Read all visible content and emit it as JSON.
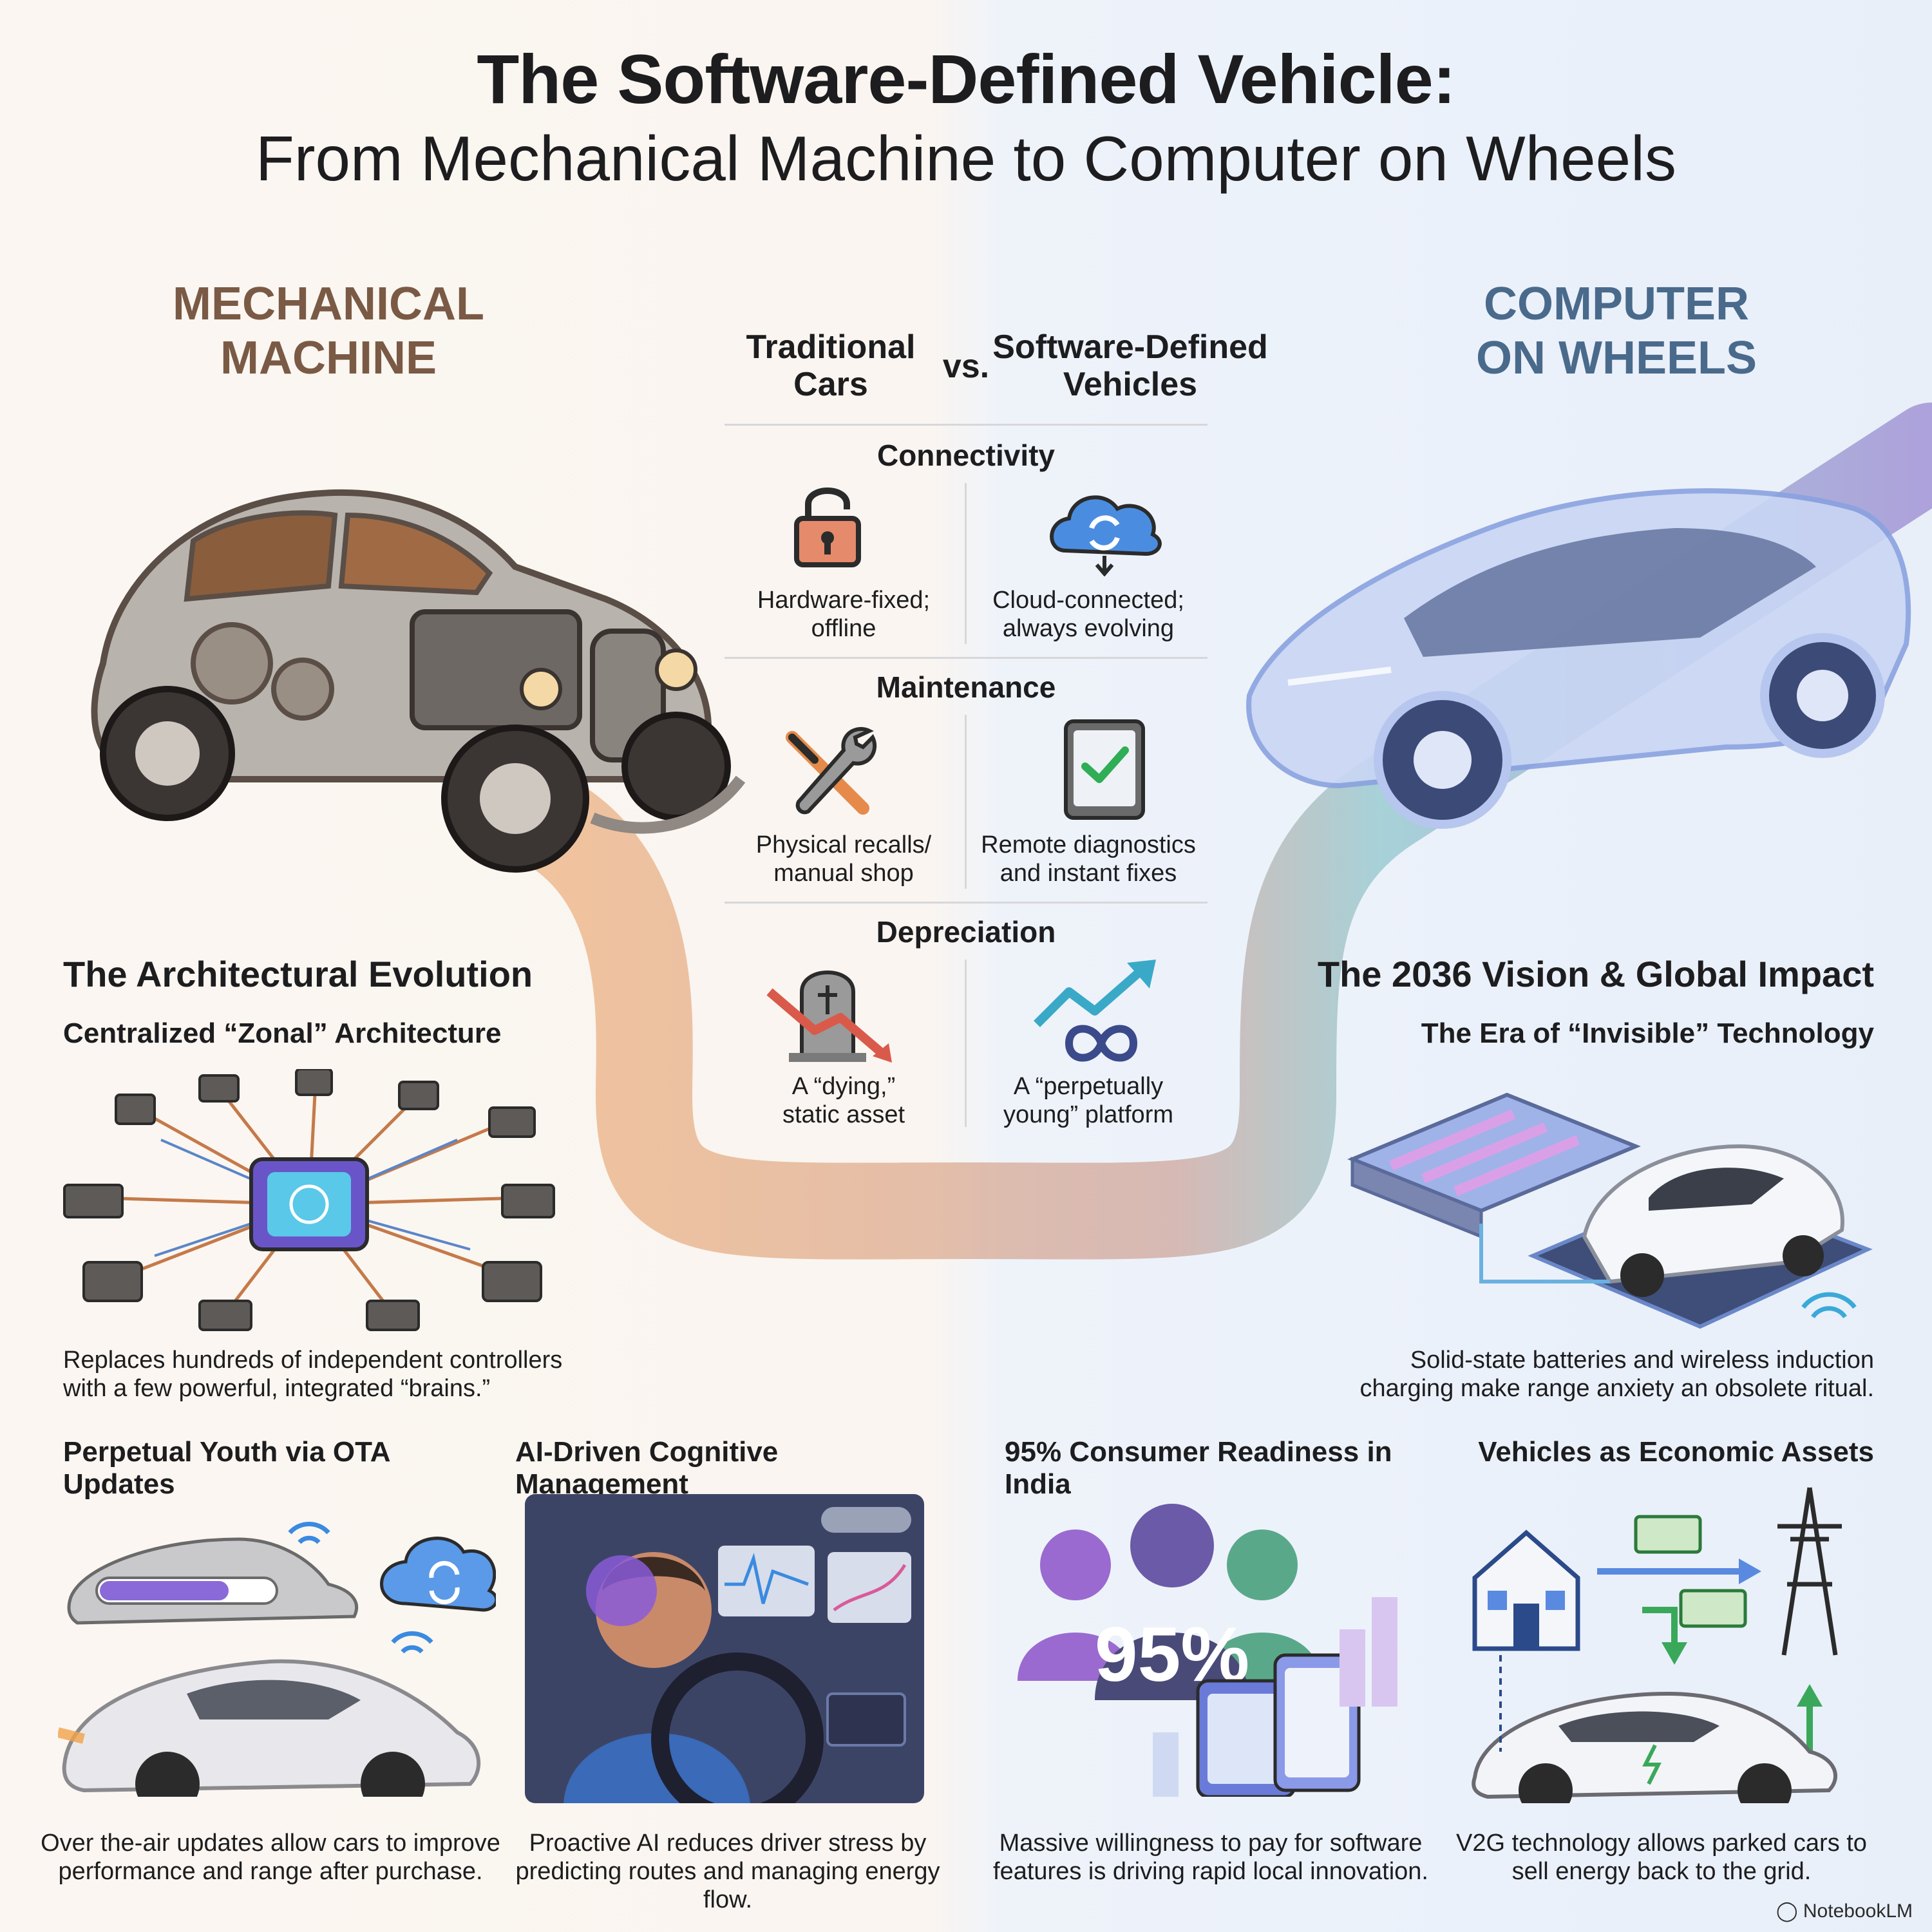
{
  "header": {
    "title": "The Software-Defined Vehicle:",
    "subtitle": "From Mechanical Machine to Computer on Wheels"
  },
  "sides": {
    "left_label_line1": "MECHANICAL",
    "left_label_line2": "MACHINE",
    "right_label_line1": "COMPUTER",
    "right_label_line2": "ON WHEELS"
  },
  "comparison": {
    "left_header_line1": "Traditional",
    "left_header_line2": "Cars",
    "vs": "vs.",
    "right_header_line1": "Software-Defined",
    "right_header_line2": "Vehicles",
    "rows": [
      {
        "title": "Connectivity",
        "left_line1": "Hardware-fixed;",
        "left_line2": "offline",
        "right_line1": "Cloud-connected;",
        "right_line2": "always evolving",
        "left_icon": "padlock-icon",
        "right_icon": "cloud-sync-icon"
      },
      {
        "title": "Maintenance",
        "left_line1": "Physical recalls/",
        "left_line2": "manual shop",
        "right_line1": "Remote diagnostics",
        "right_line2": "and instant fixes",
        "left_icon": "wrench-screwdriver-icon",
        "right_icon": "tablet-check-icon"
      },
      {
        "title": "Depreciation",
        "left_line1": "A “dying,”",
        "left_line2": "static asset",
        "right_line1": "A “perpetually",
        "right_line2": "young” platform",
        "left_icon": "tombstone-decline-icon",
        "right_icon": "growth-infinity-icon"
      }
    ]
  },
  "architecture": {
    "title": "The Architectural Evolution",
    "subtitle": "Centralized “Zonal” Architecture",
    "caption_line1": "Replaces hundreds of independent controllers",
    "caption_line2": "with a few powerful, integrated “brains.”"
  },
  "vision": {
    "title": "The 2036 Vision & Global Impact",
    "subtitle": "The Era of “Invisible” Technology",
    "caption_line1": "Solid-state batteries and wireless induction",
    "caption_line2": "charging make range anxiety an obsolete ritual."
  },
  "bottom": [
    {
      "title": "Perpetual Youth via OTA Updates",
      "caption_line1": "Over the-air updates allow cars to improve",
      "caption_line2": "performance and range after purchase."
    },
    {
      "title": "AI-Driven Cognitive Management",
      "caption_line1": "Proactive AI reduces driver stress by",
      "caption_line2": "predicting routes and managing energy flow."
    },
    {
      "title": "95% Consumer Readiness in India",
      "caption_line1": "Massive willingness to pay for software",
      "caption_line2": "features is driving rapid local innovation.",
      "stat": "95%"
    },
    {
      "title": "Vehicles as Economic Assets",
      "caption_line1": "V2G technology allows parked cars to",
      "caption_line2": "sell energy back to the grid."
    }
  ],
  "footer": {
    "brand": "NotebookLM"
  },
  "colors": {
    "mechanical": "#7a5a45",
    "computer": "#4a6a8c",
    "path_left": "#e0965a",
    "path_right": "#5ab0b8"
  }
}
